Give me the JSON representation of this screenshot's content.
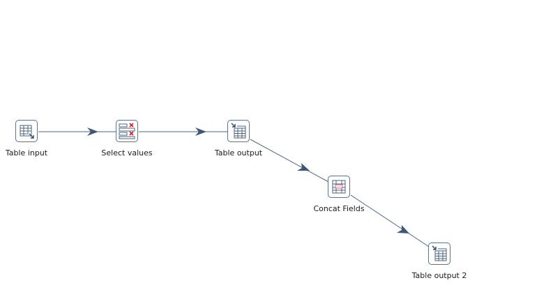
{
  "canvas": {
    "background": "#ffffff",
    "hop_color": "#3e5873",
    "step_border_color": "#5c7287"
  },
  "steps": [
    {
      "id": "table-input",
      "label": "Table input",
      "icon": "table-input-icon"
    },
    {
      "id": "select-values",
      "label": "Select values",
      "icon": "select-values-icon"
    },
    {
      "id": "table-output",
      "label": "Table output",
      "icon": "table-output-icon"
    },
    {
      "id": "concat-fields",
      "label": "Concat Fields",
      "icon": "concat-fields-icon"
    },
    {
      "id": "table-output-2",
      "label": "Table output 2",
      "icon": "table-output-icon"
    }
  ],
  "hops": [
    {
      "from": "Table input",
      "to": "Select values"
    },
    {
      "from": "Select values",
      "to": "Table output"
    },
    {
      "from": "Table output",
      "to": "Concat Fields"
    },
    {
      "from": "Concat Fields",
      "to": "Table output 2"
    }
  ]
}
